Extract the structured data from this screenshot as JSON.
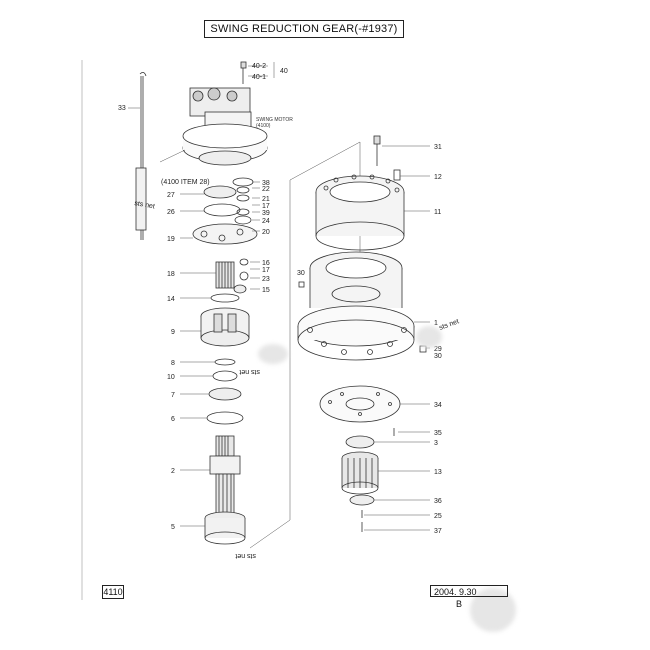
{
  "title": "SWING REDUCTION GEAR(-#1937)",
  "page_number": "4110",
  "date": "2004. 9.30",
  "date_suffix": "B",
  "labels": {
    "swing_motor": "SWING MOTOR",
    "swing_motor_ref": "(4100)",
    "item28_ref": "(4100 ITEM 28)",
    "watermark": "sts net",
    "l33": "33",
    "l40_2": "40-2",
    "l40_1": "40-1",
    "l40": "40",
    "l38": "38",
    "l22": "22",
    "l27": "27",
    "l21": "21",
    "l17a": "17",
    "l26": "26",
    "l39": "39",
    "l24": "24",
    "l19": "19",
    "l20": "20",
    "l16": "16",
    "l17b": "17",
    "l18": "18",
    "l23": "23",
    "l15": "15",
    "l14": "14",
    "l9": "9",
    "l8": "8",
    "l10": "10",
    "l7": "7",
    "l6": "6",
    "l2": "2",
    "l5": "5",
    "l31": "31",
    "l12": "12",
    "l11": "11",
    "l30a": "30",
    "l1": "1",
    "l29": "29",
    "l30b": "30",
    "l34": "34",
    "l35": "35",
    "l3": "3",
    "l13": "13",
    "l36": "36",
    "l25": "25",
    "l37": "37"
  }
}
